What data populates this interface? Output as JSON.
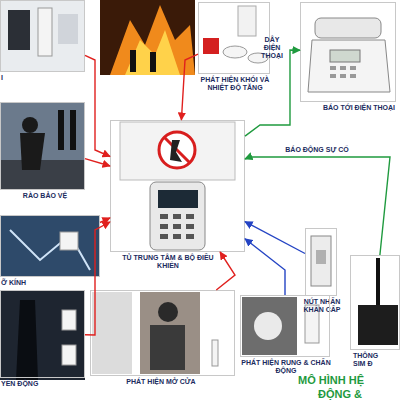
{
  "diagram": {
    "nodes": [
      {
        "text": [
          "I"
        ]
      },
      {
        "text": [
          "PHÁT HIỆN KHÓI VÀ NHIỆT ĐỘ TĂNG"
        ]
      },
      {
        "text": [
          "BÁO TỚI ĐIỆN THOẠI"
        ]
      },
      {
        "text": [
          "RÀO BẢO VỆ"
        ]
      },
      {
        "text": [
          "TỦ TRUNG TÂM & BỘ ĐIỀU KHIỂN"
        ]
      },
      {
        "text": [
          "Ỡ KÍNH"
        ]
      },
      {
        "text": [
          "NÚT NHẤN KHẨN CẤP"
        ]
      },
      {
        "text": [
          "THÔNG SIM Đ"
        ]
      },
      {
        "text": [
          "YỀN ĐỘNG"
        ]
      },
      {
        "text": [
          "PHÁT HIỆN MỞ CỬA"
        ]
      },
      {
        "text": [
          "PHÁT HIỆN RUNG & CHẤN ĐỘNG"
        ]
      }
    ],
    "edges": [
      {
        "from": 0,
        "to": 4,
        "arrow": "to"
      },
      {
        "from": 1,
        "to": 4,
        "arrow": "to"
      },
      {
        "from": 4,
        "to": 2,
        "label": "DÂY ĐIỆN THOẠI",
        "arrow": "to"
      },
      {
        "from": 3,
        "to": 4,
        "arrow": "to"
      },
      {
        "from": 7,
        "to": 4,
        "label": "BÁO ĐỘNG SỰ CỐ",
        "arrow": "to"
      },
      {
        "from": 5,
        "to": 4,
        "arrow": "to"
      },
      {
        "from": 6,
        "to": 4,
        "arrow": "to"
      },
      {
        "from": 8,
        "to": 4,
        "arrow": "to"
      },
      {
        "from": 9,
        "to": 4,
        "arrow": "to"
      },
      {
        "from": 10,
        "to": 4,
        "arrow": "to"
      }
    ],
    "labels": [
      "MÔ HÌNH HỆ",
      "ĐỘNG &"
    ]
  }
}
